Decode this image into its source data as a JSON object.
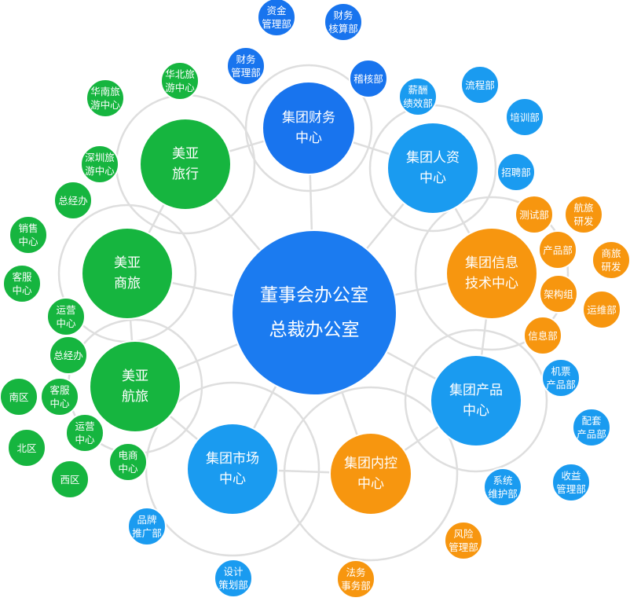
{
  "colors": {
    "center": "#1b7bf0",
    "blue_dark": "#1874ee",
    "blue_light": "#1a9bf0",
    "green": "#16b53f",
    "orange": "#f7960f",
    "line": "#dedede"
  },
  "center": {
    "line1": "董事会办公室",
    "line2": "总裁办公室"
  },
  "hubs": [
    {
      "id": "finance",
      "label": "集团财务\n中心",
      "color": "blue_dark",
      "children": [
        {
          "id": "fin-fund",
          "label": "资金\n管理部"
        },
        {
          "id": "fin-account",
          "label": "财务\n核算部"
        },
        {
          "id": "fin-mgmt",
          "label": "财务\n管理部"
        },
        {
          "id": "fin-audit",
          "label": "稽核部"
        }
      ]
    },
    {
      "id": "hr",
      "label": "集团人资\n中心",
      "color": "blue_light",
      "children": [
        {
          "id": "hr-pay",
          "label": "薪酬\n绩效部"
        },
        {
          "id": "hr-process",
          "label": "流程部"
        },
        {
          "id": "hr-train",
          "label": "培训部"
        },
        {
          "id": "hr-recruit",
          "label": "招聘部"
        }
      ]
    },
    {
      "id": "it",
      "label": "集团信息\n技术中心",
      "color": "orange",
      "children": [
        {
          "id": "it-test",
          "label": "测试部"
        },
        {
          "id": "it-air",
          "label": "航旅\n研发"
        },
        {
          "id": "it-product",
          "label": "产品部"
        },
        {
          "id": "it-biz",
          "label": "商旅\n研发"
        },
        {
          "id": "it-arch",
          "label": "架构组"
        },
        {
          "id": "it-ops",
          "label": "运维部"
        },
        {
          "id": "it-info",
          "label": "信息部"
        }
      ]
    },
    {
      "id": "product",
      "label": "集团产品\n中心",
      "color": "blue_light",
      "children": [
        {
          "id": "pd-ticket",
          "label": "机票\n产品部"
        },
        {
          "id": "pd-support",
          "label": "配套\n产品部"
        },
        {
          "id": "pd-revenue",
          "label": "收益\n管理部"
        },
        {
          "id": "pd-system",
          "label": "系统\n维护部"
        }
      ]
    },
    {
      "id": "control",
      "label": "集团内控\n中心",
      "color": "orange",
      "children": [
        {
          "id": "ct-risk",
          "label": "风险\n管理部"
        },
        {
          "id": "ct-legal",
          "label": "法务\n事务部"
        }
      ]
    },
    {
      "id": "market",
      "label": "集团市场\n中心",
      "color": "blue_light",
      "children": [
        {
          "id": "mk-brand",
          "label": "品牌\n推广部"
        },
        {
          "id": "mk-design",
          "label": "设计\n策划部"
        }
      ]
    },
    {
      "id": "airtravel",
      "label": "美亚\n航旅",
      "color": "green",
      "children": [
        {
          "id": "at-office",
          "label": "总经办"
        },
        {
          "id": "at-service",
          "label": "客服\n中心"
        },
        {
          "id": "at-south",
          "label": "南区"
        },
        {
          "id": "at-ops",
          "label": "运营\n中心"
        },
        {
          "id": "at-north",
          "label": "北区"
        },
        {
          "id": "at-ecom",
          "label": "电商\n中心"
        },
        {
          "id": "at-west",
          "label": "西区"
        }
      ]
    },
    {
      "id": "biztravel",
      "label": "美亚\n商旅",
      "color": "green",
      "children": [
        {
          "id": "bt-office",
          "label": "总经办"
        },
        {
          "id": "bt-sales",
          "label": "销售\n中心"
        },
        {
          "id": "bt-service",
          "label": "客服\n中心"
        },
        {
          "id": "bt-ops",
          "label": "运营\n中心"
        }
      ]
    },
    {
      "id": "travel",
      "label": "美亚\n旅行",
      "color": "green",
      "children": [
        {
          "id": "tr-south",
          "label": "华南旅\n游中心"
        },
        {
          "id": "tr-north",
          "label": "华北旅\n游中心"
        },
        {
          "id": "tr-shenzhen",
          "label": "深圳旅\n游中心"
        }
      ]
    }
  ]
}
